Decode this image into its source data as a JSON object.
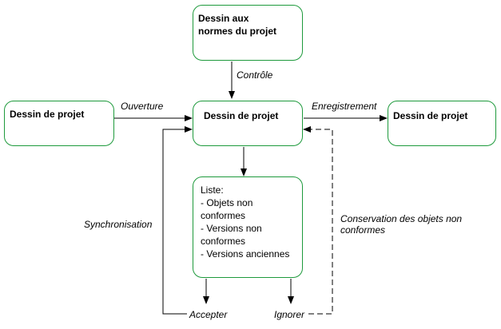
{
  "nodes": {
    "standards_drawing": [
      "Dessin aux",
      "normes du projet"
    ],
    "source_drawing": "Dessin de projet",
    "center_drawing": "Dessin de projet",
    "saved_drawing": "Dessin de projet",
    "list": {
      "heading": "Liste:",
      "items": [
        "- Objets non",
        "conformes",
        "- Versions non",
        "conformes",
        "- Versions anciennes"
      ]
    }
  },
  "edges": {
    "check": "Contrôle",
    "open": "Ouverture",
    "save": "Enregistrement",
    "synchronize": "Synchronisation",
    "keep_nonconforming": [
      "Conservation des objets non",
      "conformes"
    ],
    "accept": "Accepter",
    "ignore": "Ignorer"
  },
  "colors": {
    "box_border": "#1e9a3c",
    "line": "#000000"
  }
}
